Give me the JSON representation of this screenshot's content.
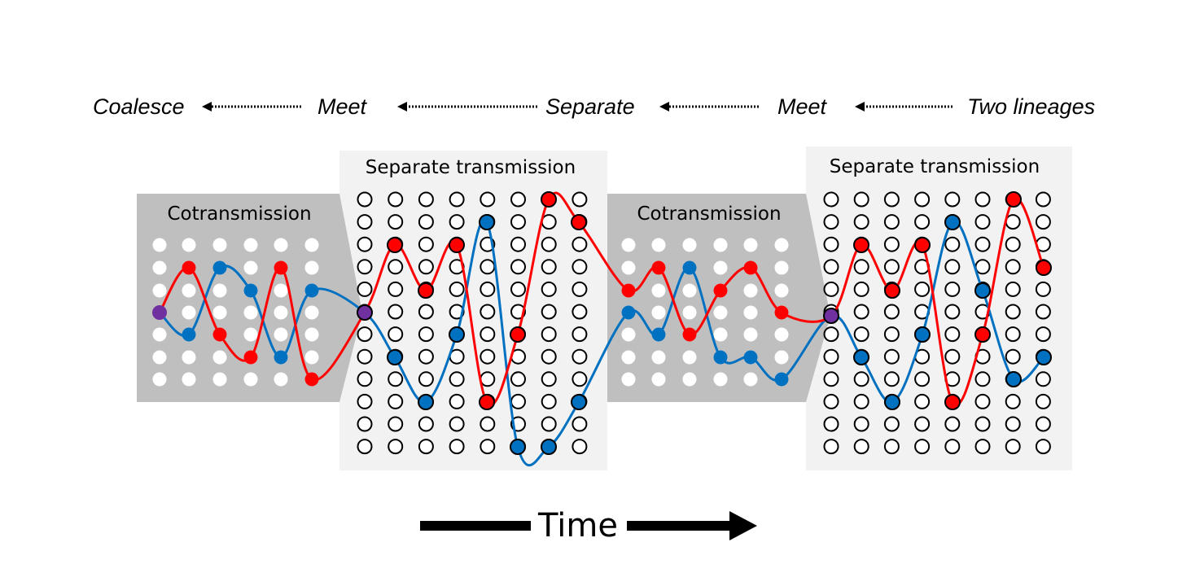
{
  "stage_labels": [
    "Coalesce",
    "Meet",
    "Separate",
    "Meet",
    "Two lineages"
  ],
  "panels": {
    "cotransmission_title": "Cotransmission",
    "separate_title": "Separate transmission"
  },
  "time_label": "Time",
  "colors": {
    "lineage_red": "#ff0000",
    "lineage_blue": "#0070c0",
    "coalescent": "#7030a0",
    "cotransmission_bg": "#bfbfbf",
    "separate_bg": "#f2f2f2"
  }
}
